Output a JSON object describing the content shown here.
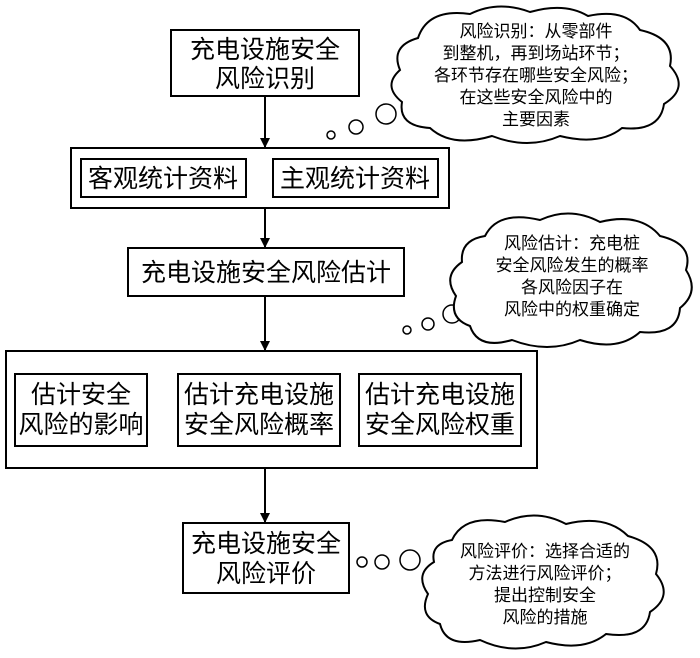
{
  "nodes": {
    "identify": [
      "充电设施安全",
      "风险识别"
    ],
    "objective_data": "客观统计资料",
    "subjective_data": "主观统计资料",
    "estimate": "充电设施安全风险估计",
    "impact": [
      "估计安全",
      "风险的影响"
    ],
    "probability": [
      "估计充电设施",
      "安全风险概率"
    ],
    "weight": [
      "估计充电设施",
      "安全风险权重"
    ],
    "evaluate": [
      "充电设施安全",
      "风险评价"
    ]
  },
  "clouds": {
    "identify_note": [
      "风险识别：从零部件",
      "到整机，再到场站环节；",
      "各环节存在哪些安全风险；",
      "在这些安全风险中的",
      "主要因素"
    ],
    "estimate_note": [
      "风险估计：充电桩",
      "安全风险发生的概率",
      "各风险因子在",
      "风险中的权重确定"
    ],
    "evaluate_note": [
      "风险评价：选择合适的",
      "方法进行风险评价；",
      "提出控制安全",
      "风险的措施"
    ]
  },
  "colors": {
    "line": "#000000",
    "background": "#ffffff"
  }
}
